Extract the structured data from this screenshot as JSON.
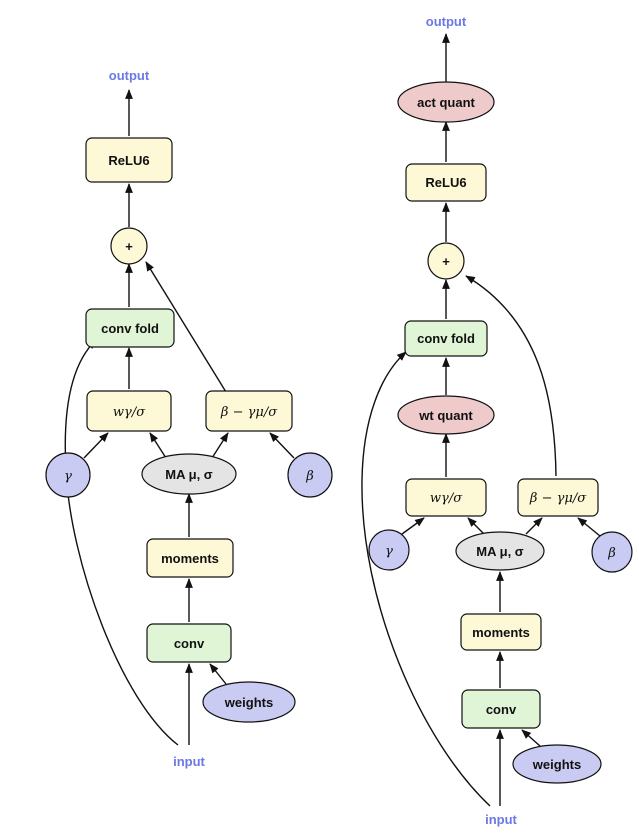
{
  "left_graph": {
    "output": "output",
    "input": "input",
    "relu": "ReLU6",
    "add": "+",
    "conv_fold": "conv fold",
    "w_scale": "wγ/σ",
    "bias": "β − γμ/σ",
    "gamma": "γ",
    "beta": "β",
    "ma": "MA μ, σ",
    "moments": "moments",
    "conv": "conv",
    "weights": "weights"
  },
  "right_graph": {
    "output": "output",
    "input": "input",
    "act_quant": "act quant",
    "relu": "ReLU6",
    "add": "+",
    "conv_fold": "conv fold",
    "wt_quant": "wt quant",
    "w_scale": "wγ/σ",
    "bias": "β − γμ/σ",
    "gamma": "γ",
    "beta": "β",
    "ma": "MA μ, σ",
    "moments": "moments",
    "conv": "conv",
    "weights": "weights"
  },
  "colors": {
    "op_yellow": "#fdf8d6",
    "op_green": "#dff5d6",
    "param_blue": "#c9cbf3",
    "stat_gray": "#e4e4e4",
    "quant_pink": "#efcaca",
    "io_text": "#6b78e6"
  }
}
